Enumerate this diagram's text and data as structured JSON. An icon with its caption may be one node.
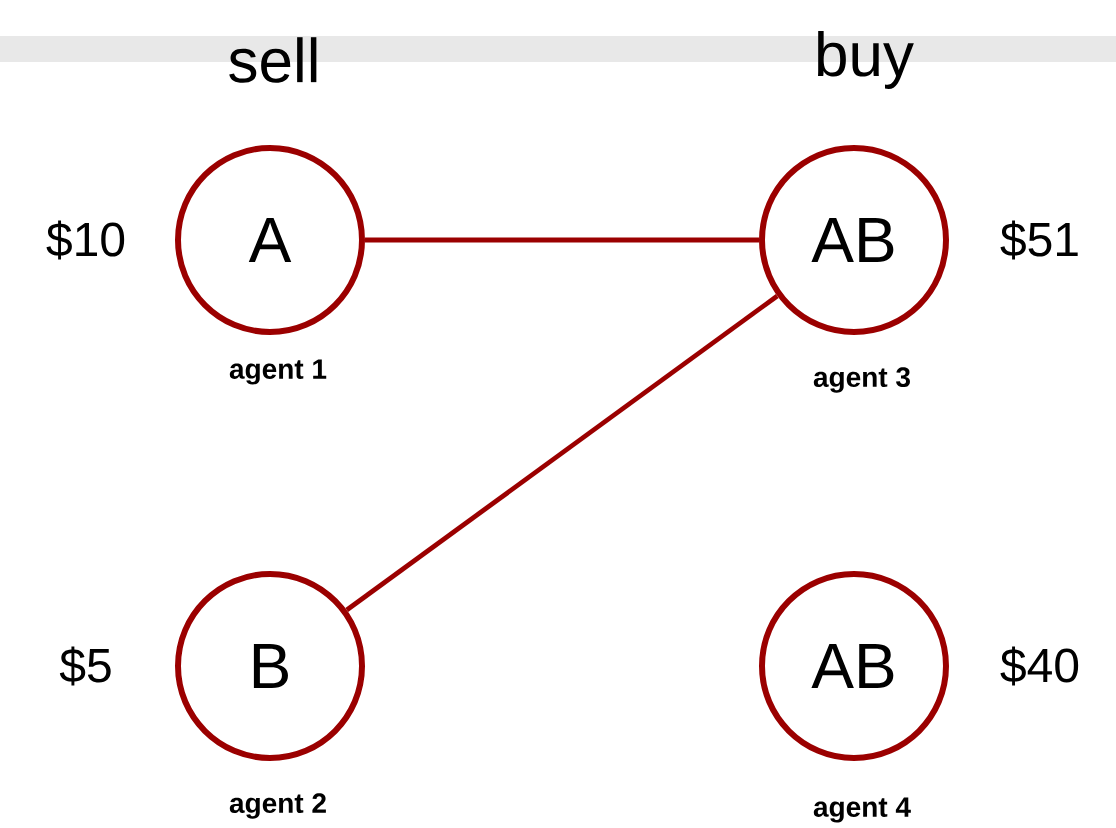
{
  "diagram": {
    "nodes": [
      {
        "text": [
          "A"
        ],
        "beside": [
          "$10",
          "agent 1"
        ]
      },
      {
        "text": [
          "AB"
        ],
        "beside": [
          "$51",
          "agent 3"
        ]
      },
      {
        "text": [
          "B"
        ],
        "beside": [
          "$5",
          "agent 2"
        ]
      },
      {
        "text": [
          "AB"
        ],
        "beside": [
          "$40",
          "agent 4"
        ]
      }
    ],
    "edges": [
      {
        "from": 0,
        "to": 1,
        "arrow": "none"
      },
      {
        "from": 2,
        "to": 1,
        "arrow": "none"
      }
    ],
    "labels": [
      "sell",
      "buy"
    ]
  }
}
